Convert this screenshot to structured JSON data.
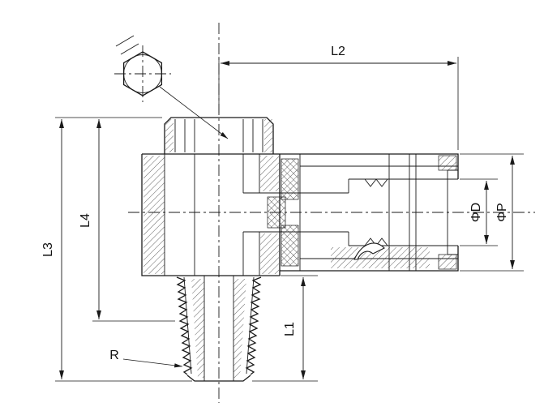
{
  "drawing": {
    "labels": {
      "l1": "L1",
      "l2": "L2",
      "l3": "L3",
      "l4": "L4",
      "phi_d": "ΦD",
      "phi_p": "ΦP",
      "r": "R"
    },
    "colors": {
      "line": "#1a1a1a",
      "background": "#ffffff"
    }
  }
}
